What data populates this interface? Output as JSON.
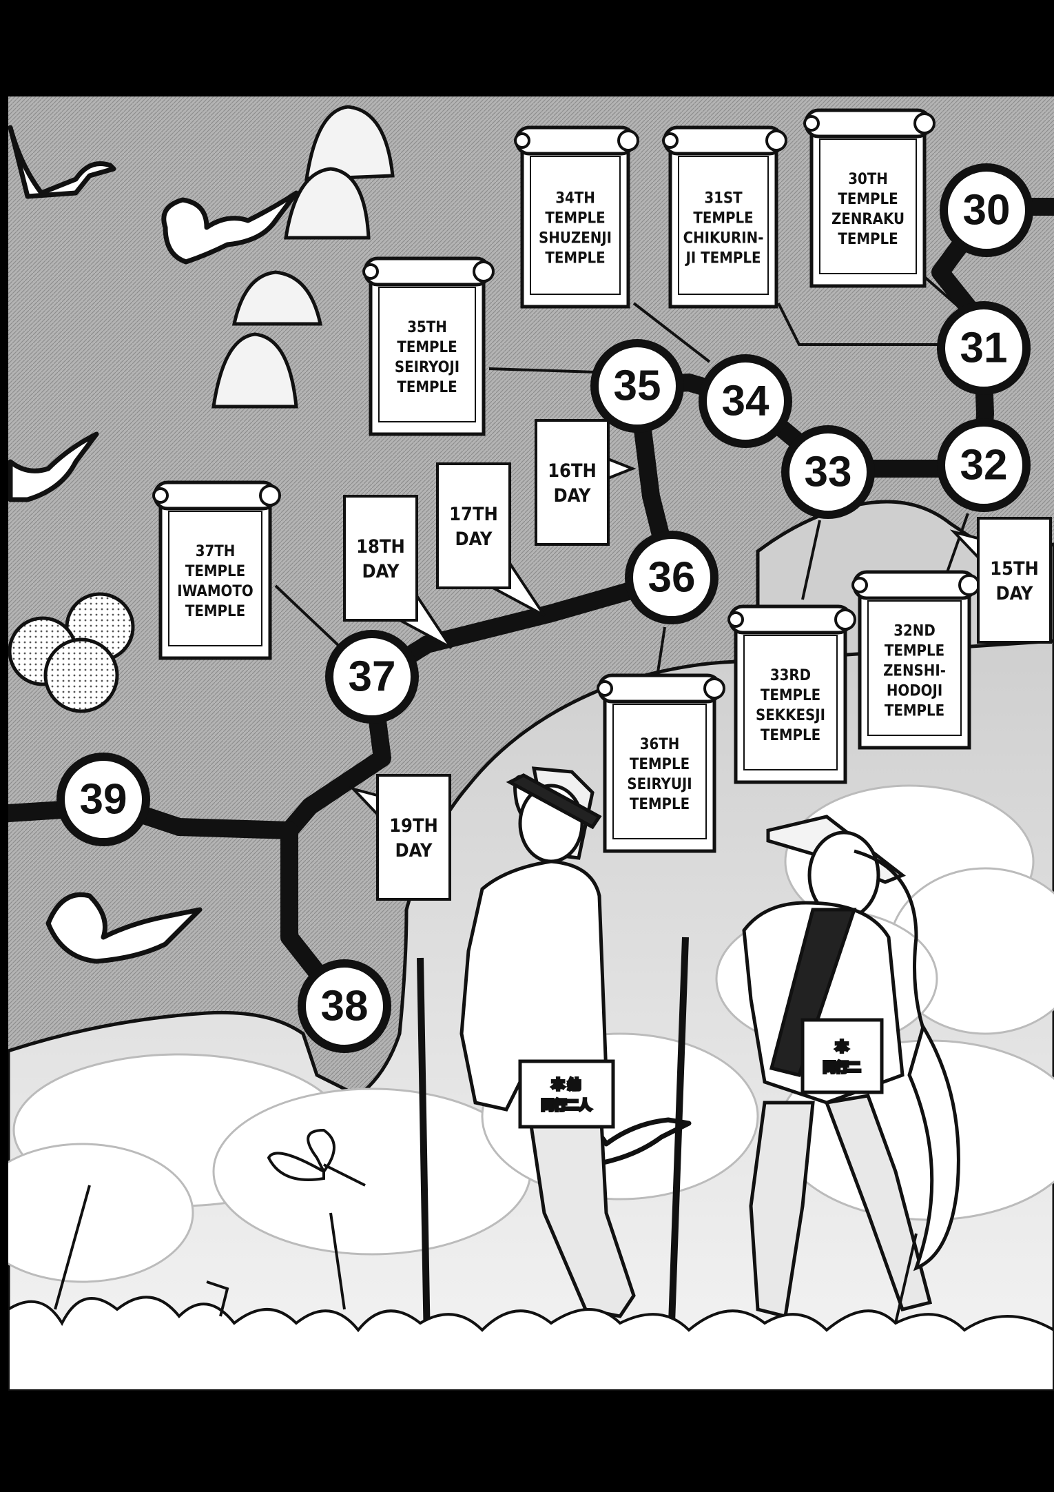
{
  "stations": [
    {
      "id": "node-30",
      "label": "30"
    },
    {
      "id": "node-31",
      "label": "31"
    },
    {
      "id": "node-32",
      "label": "32"
    },
    {
      "id": "node-33",
      "label": "33"
    },
    {
      "id": "node-34",
      "label": "34"
    },
    {
      "id": "node-35",
      "label": "35"
    },
    {
      "id": "node-36",
      "label": "36"
    },
    {
      "id": "node-37",
      "label": "37"
    },
    {
      "id": "node-38",
      "label": "38"
    },
    {
      "id": "node-39",
      "label": "39"
    }
  ],
  "scrolls": {
    "s30": [
      "30TH",
      "TEMPLE",
      "ZENRAKU",
      "TEMPLE"
    ],
    "s31": [
      "31ST",
      "TEMPLE",
      "CHIKURIN-",
      "JI TEMPLE"
    ],
    "s32": [
      "32ND",
      "TEMPLE",
      "ZENSHI-",
      "HODOJI",
      "TEMPLE"
    ],
    "s33": [
      "33RD",
      "TEMPLE",
      "SEKKESJI",
      "TEMPLE"
    ],
    "s34": [
      "34TH",
      "TEMPLE",
      "SHUZENJI",
      "TEMPLE"
    ],
    "s35": [
      "35TH",
      "TEMPLE",
      "SEIRYOJI",
      "TEMPLE"
    ],
    "s36": [
      "36TH",
      "TEMPLE",
      "SEIRYUJI",
      "TEMPLE"
    ],
    "s37": [
      "37TH",
      "TEMPLE",
      "IWAMOTO",
      "TEMPLE"
    ]
  },
  "days": {
    "d15": [
      "15TH",
      "DAY"
    ],
    "d16": [
      "16TH",
      "DAY"
    ],
    "d17": [
      "17TH",
      "DAY"
    ],
    "d18": [
      "18TH",
      "DAY"
    ],
    "d19": [
      "19TH",
      "DAY"
    ]
  },
  "bag_text": "本 納\n同行二人"
}
